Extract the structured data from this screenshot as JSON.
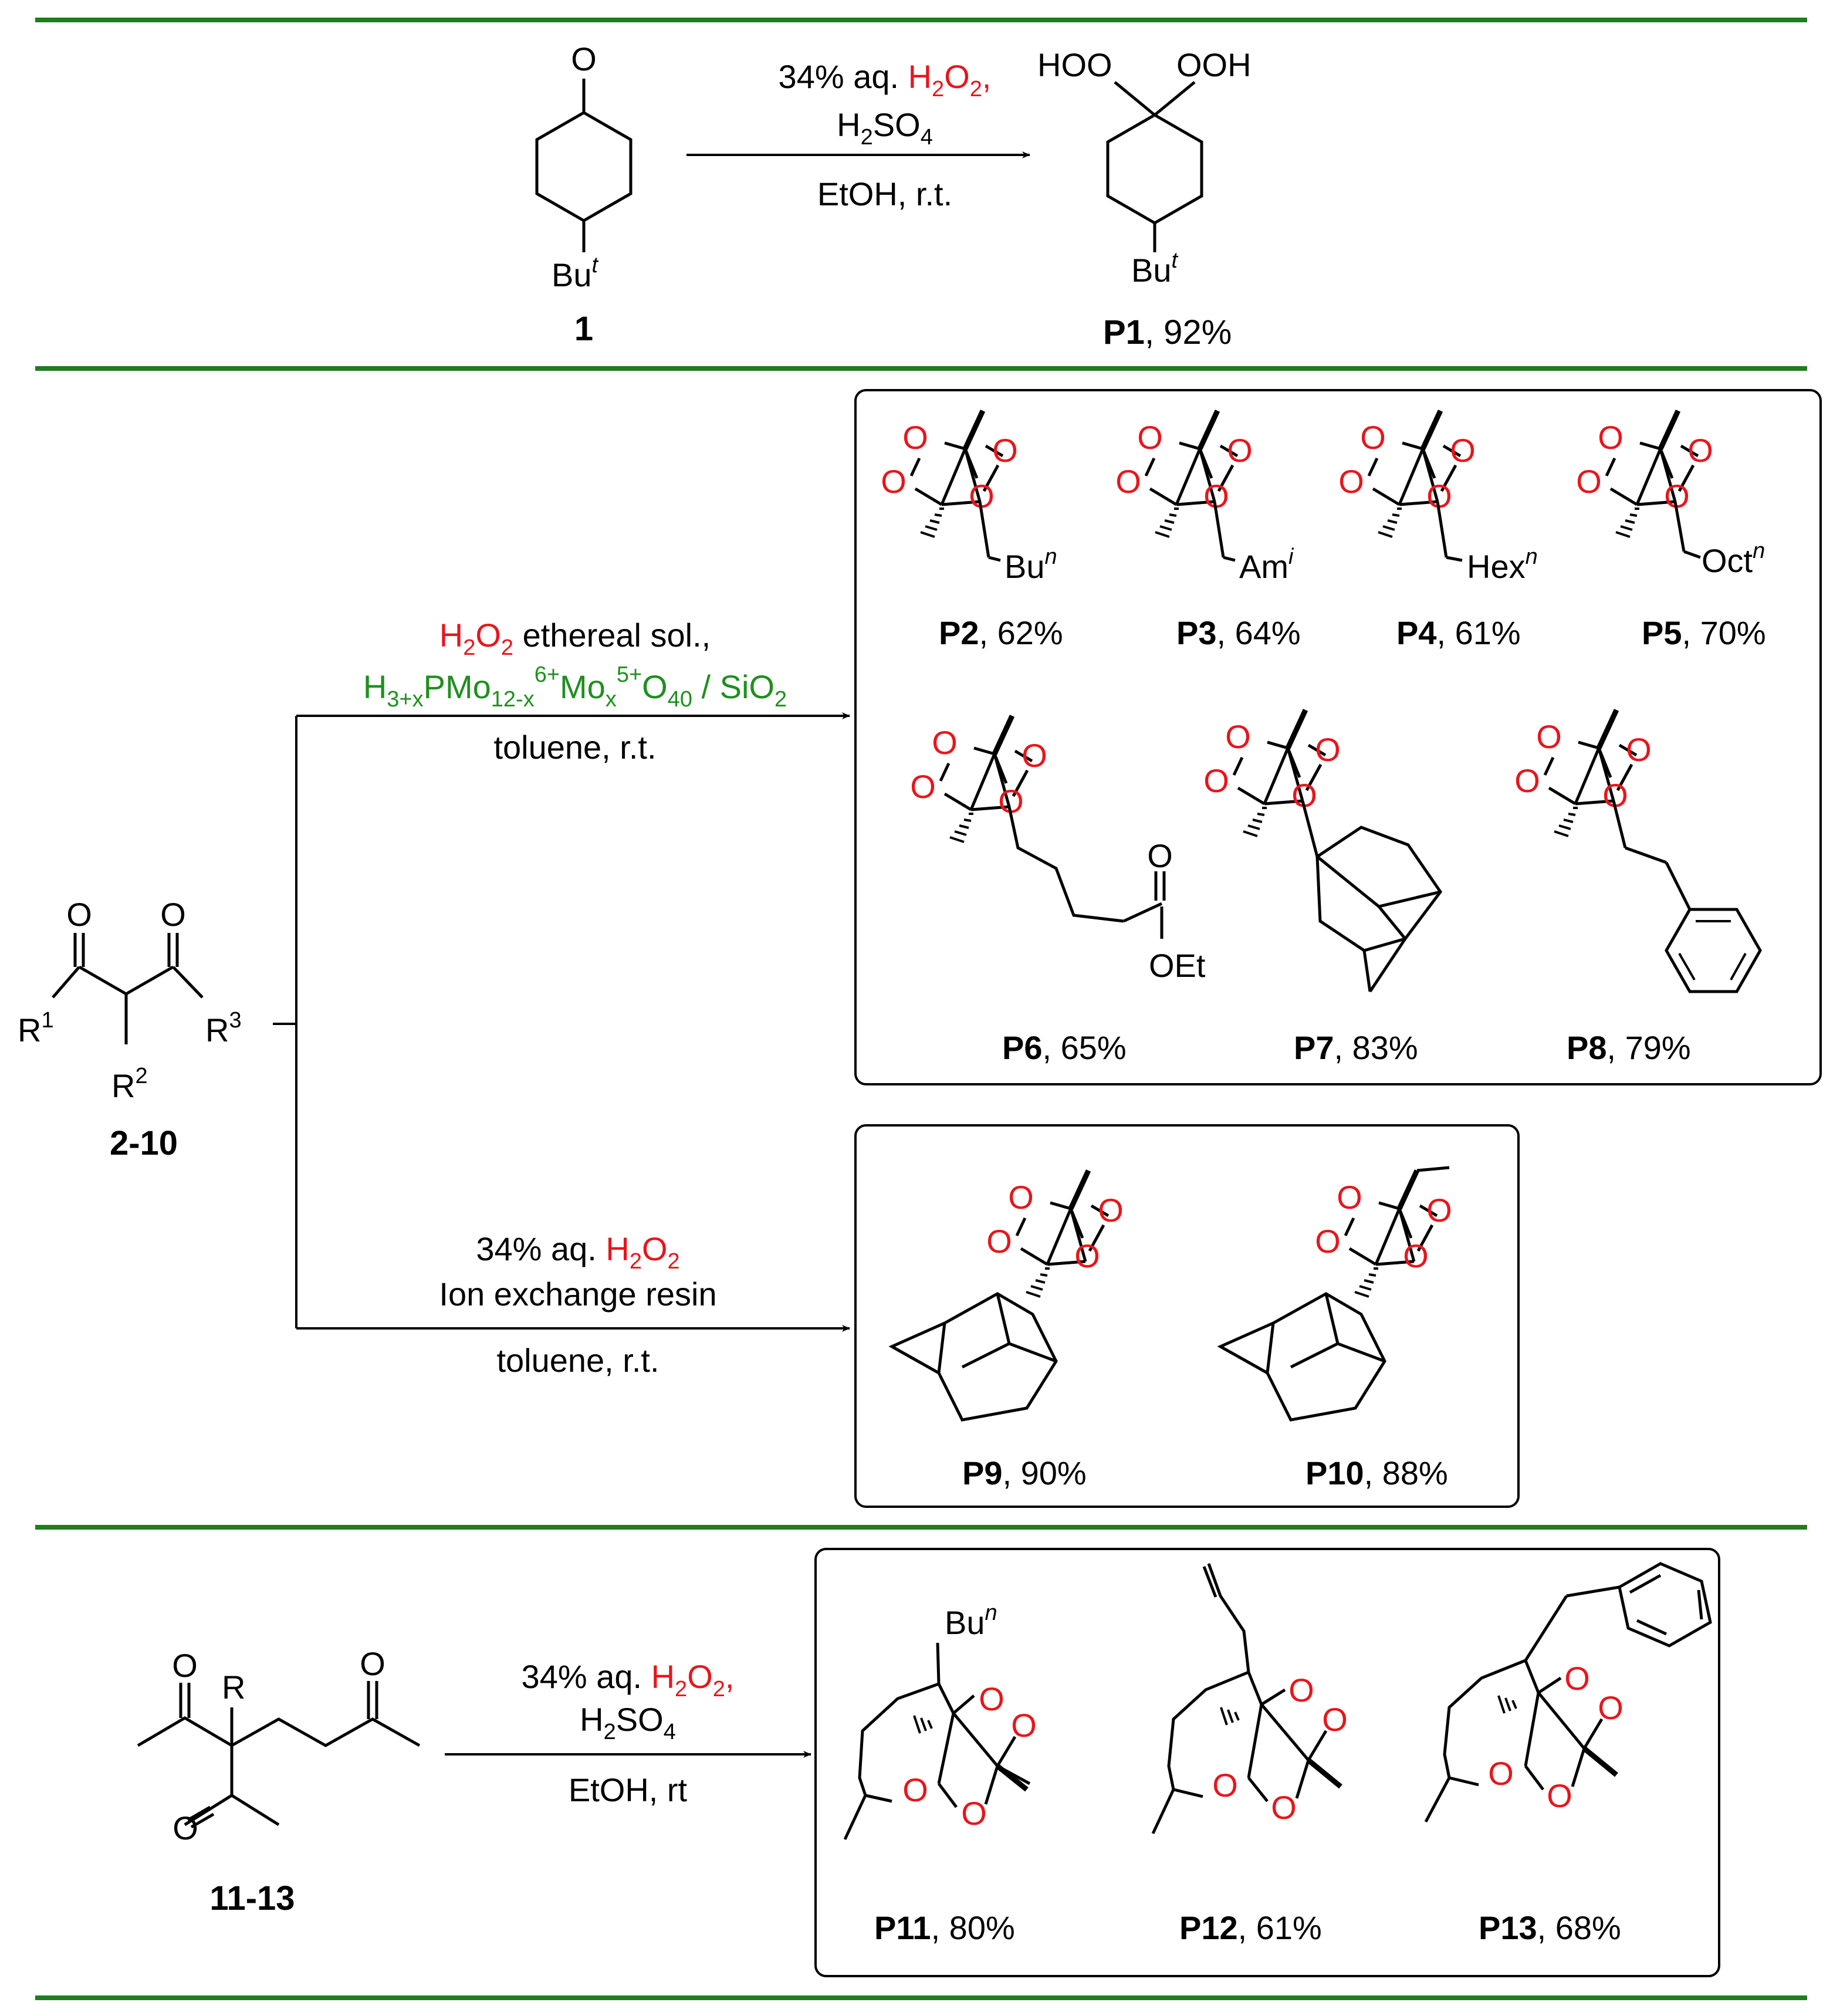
{
  "colors": {
    "divider": "#1e7d1e",
    "oxygen": "#e8151b",
    "catalyst": "#1f8f1f",
    "bond": "#000000"
  },
  "reaction1": {
    "reagent_pre": "34% aq. ",
    "reagent_h2o2": "H",
    "reagent_h2o2_o": "O",
    "reagent_h2o2_end": ",",
    "acid_h": "H",
    "acid_so": "SO",
    "conditions": "EtOH, r.t.",
    "substrate_label": "1",
    "substrate_o": "O",
    "substrate_sub": "Bu",
    "substrate_sub_sup": "t",
    "product_hoo": "HOO",
    "product_ooh": "OOH",
    "product_sub": "Bu",
    "product_sub_sup": "t",
    "product_label": "P1",
    "product_yield": ", 92%"
  },
  "reaction2": {
    "substrate_label": "2-10",
    "r1": "R",
    "r1_sup": "1",
    "r2": "R",
    "r2_sup": "2",
    "r3": "R",
    "r3_sup": "3",
    "carbonyl_o": "O",
    "upper_line1_h2o2": "H",
    "upper_line1_rest": " ethereal sol.,",
    "upper_catalyst": "H3+xPMo12-x6+Mox5+O40 / SiO2",
    "upper_conditions": "toluene, r.t.",
    "lower_line1_pre": "34% aq. ",
    "lower_line1_h2o2": "H",
    "lower_line2": "Ion exchange resin",
    "lower_conditions": "toluene, r.t.",
    "products_upper": [
      {
        "label": "P2",
        "yield": ", 62%",
        "sub": "Bu",
        "sup": "n"
      },
      {
        "label": "P3",
        "yield": ", 64%",
        "sub": "Am",
        "sup": "i"
      },
      {
        "label": "P4",
        "yield": ", 61%",
        "sub": "Hex",
        "sup": "n"
      },
      {
        "label": "P5",
        "yield": ", 70%",
        "sub": "Oct",
        "sup": "n"
      },
      {
        "label": "P6",
        "yield": ", 65%",
        "sub": "OEt",
        "sup": ""
      },
      {
        "label": "P7",
        "yield": ", 83%",
        "sub": "",
        "sup": ""
      },
      {
        "label": "P8",
        "yield": ", 79%",
        "sub": "",
        "sup": ""
      }
    ],
    "products_lower": [
      {
        "label": "P9",
        "yield": ", 90%"
      },
      {
        "label": "P10",
        "yield": ", 88%"
      }
    ]
  },
  "reaction3": {
    "substrate_label": "11-13",
    "substrate_r": "R",
    "reagent_pre": "34% aq. ",
    "reagent_h2o2": "H",
    "acid_h": "H",
    "acid_so": "SO",
    "conditions": "EtOH, rt",
    "products": [
      {
        "label": "P11",
        "yield": ", 80%",
        "sub": "Bu",
        "sup": "n"
      },
      {
        "label": "P12",
        "yield": ", 61%"
      },
      {
        "label": "P13",
        "yield": ", 68%"
      }
    ]
  }
}
